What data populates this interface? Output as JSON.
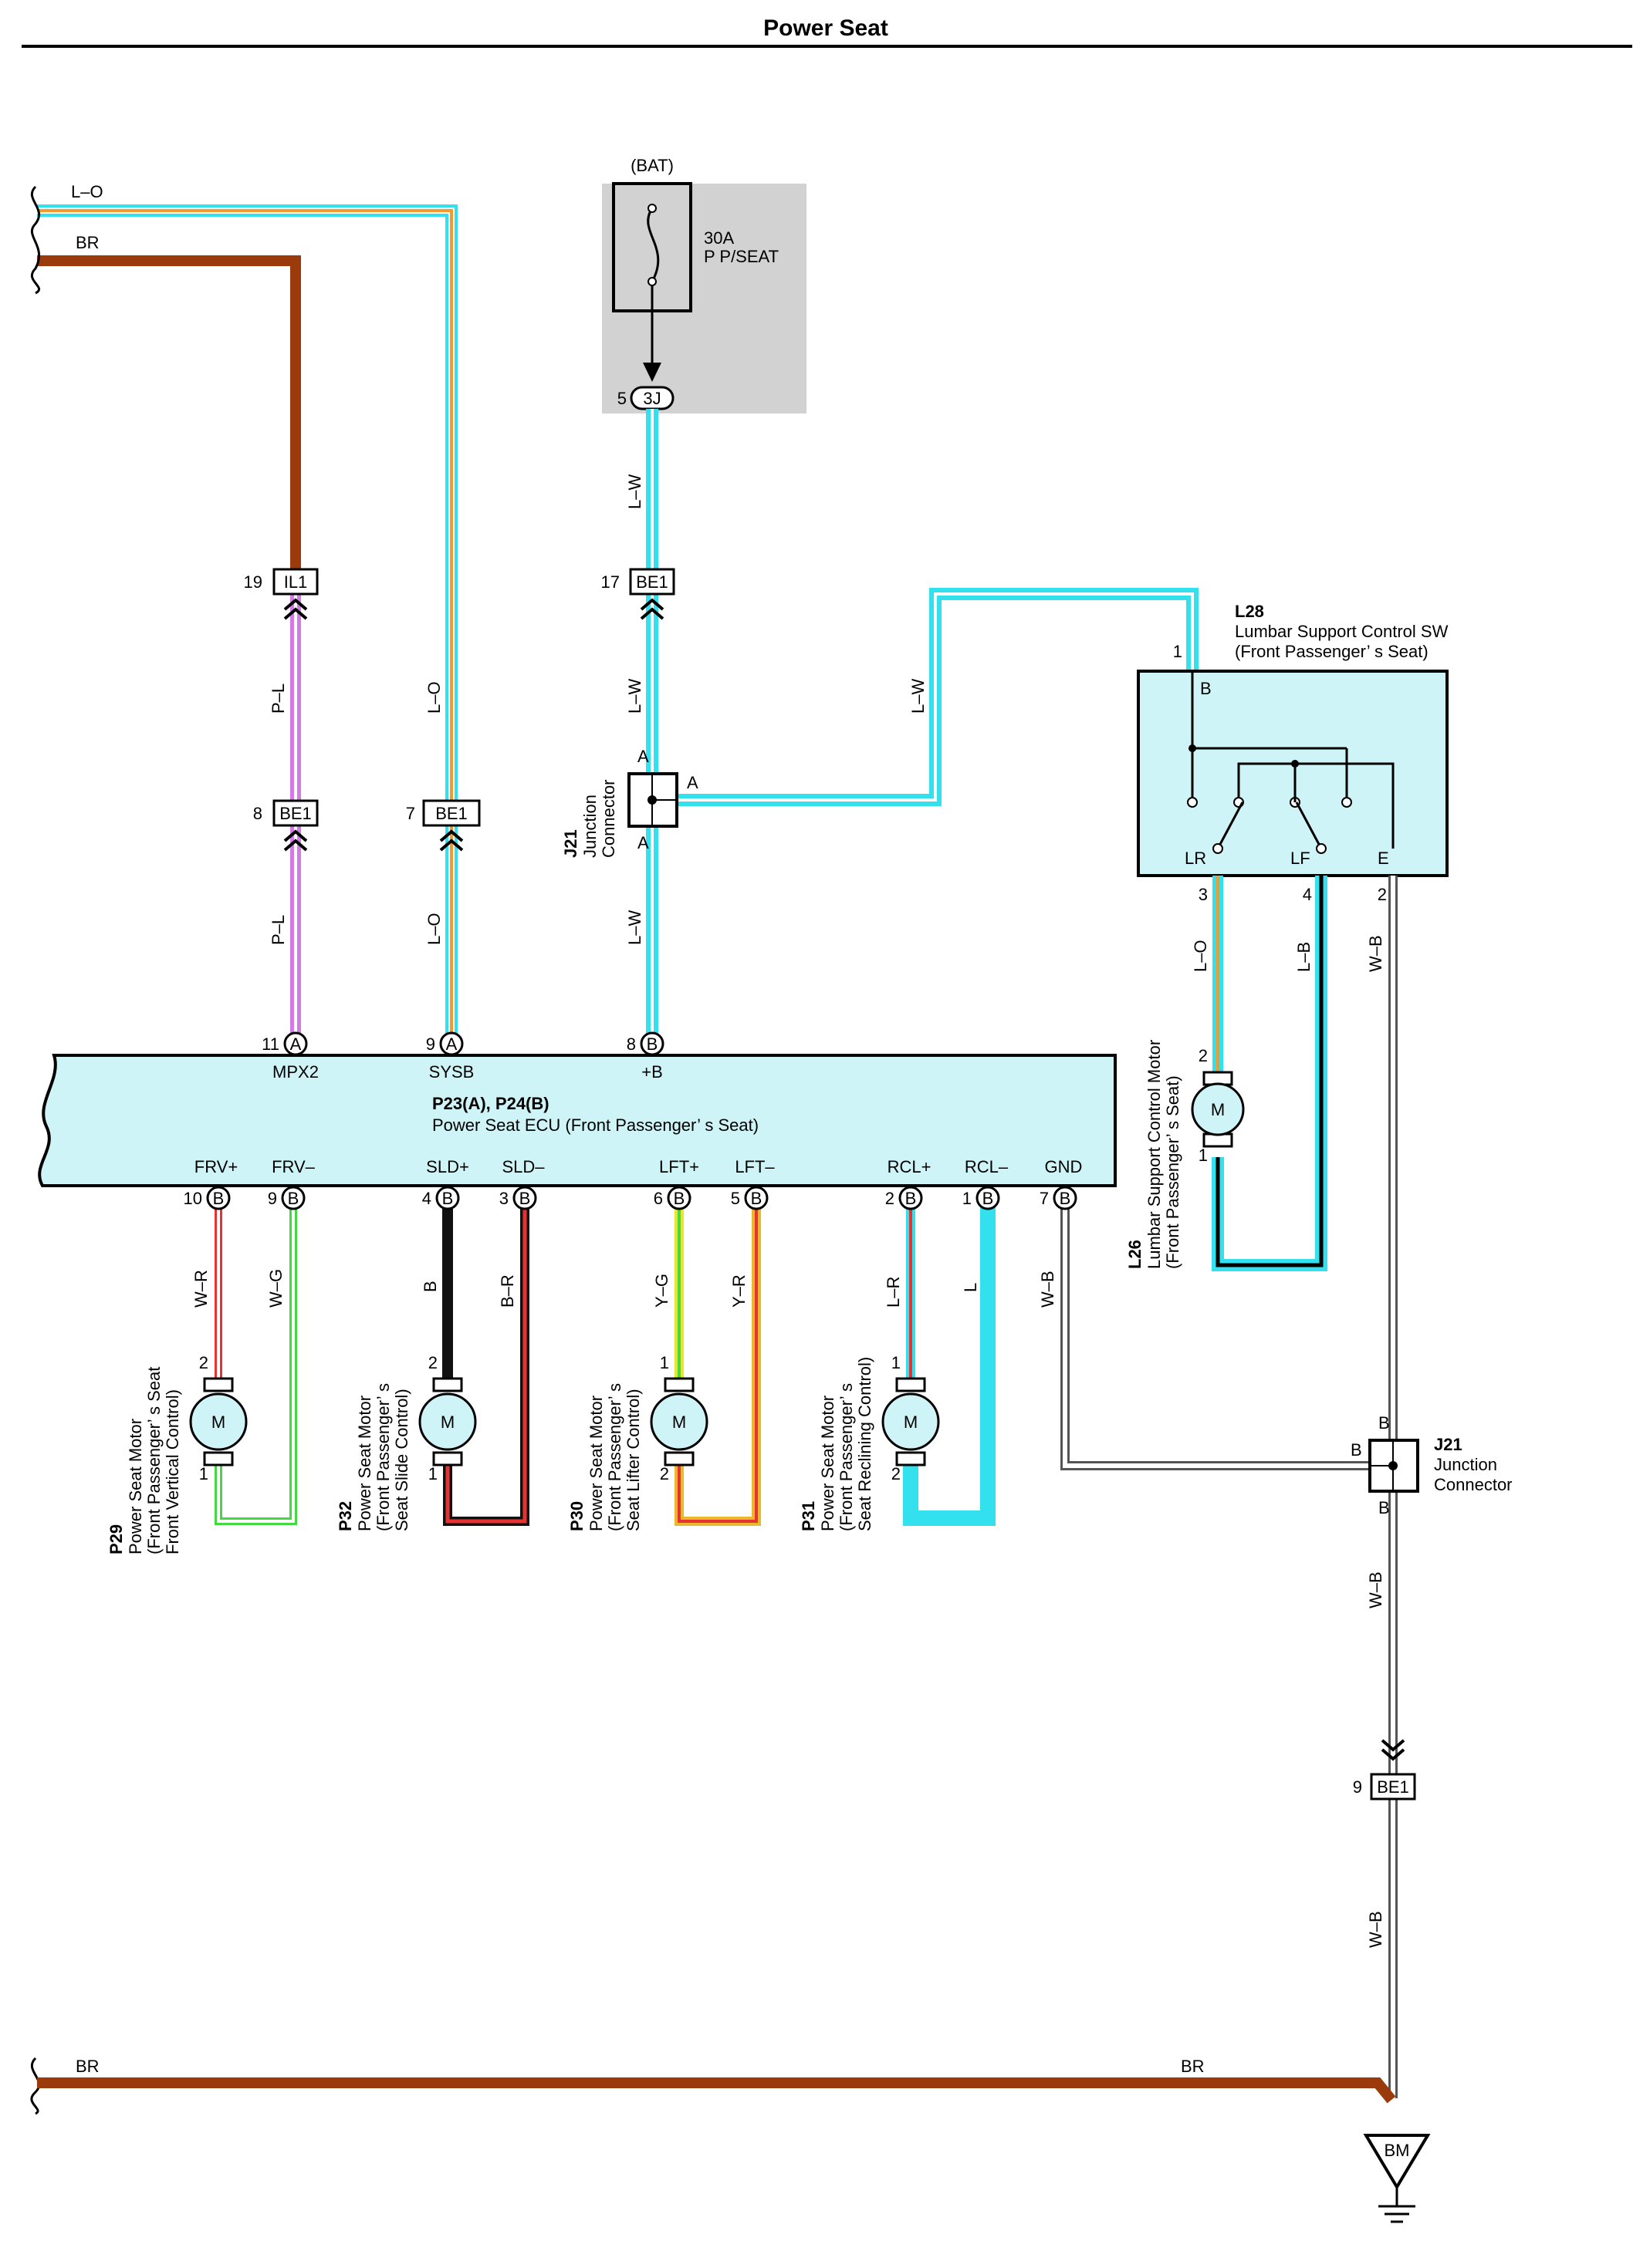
{
  "title": "Power Seat",
  "colors": {
    "LO_outer": "#33e0ee",
    "LO_inner": "#f39a2c",
    "BR": "#9b3a0a",
    "LW": "#33e0ee",
    "PL": "#d27ae6",
    "WR": "#e83232",
    "WG": "#44d844",
    "B": "#111111",
    "BR_wire": "#111111",
    "YG": "#e7e72c",
    "YR": "#e8b92c",
    "L": "#33e0ee",
    "WB": "#555555",
    "ecu_fill": "#cff4f7",
    "bat_fill": "#d2d2d2"
  },
  "bat": {
    "label": "(BAT)",
    "fuse_amp": "30A",
    "fuse_name": "P P/SEAT",
    "conn_pin": "5",
    "conn_id": "3J"
  },
  "wires": {
    "lo_top": "L–O",
    "br_top": "BR",
    "lw1": "L–W",
    "lw2": "L–W",
    "lw3": "L–W",
    "lw4": "L–W",
    "pl1": "P–L",
    "pl2": "P–L",
    "lo1": "L–O",
    "lo2": "L–O",
    "wr": "W–R",
    "wg": "W–G",
    "b": "B",
    "br": "B–R",
    "yg": "Y–G",
    "yr": "Y–R",
    "lr": "L–R",
    "l": "L",
    "wb_gnd": "W–B",
    "lumbar_lo": "L–O",
    "lumbar_lb": "L–B",
    "wb_e": "W–B",
    "wb_j21": "W–B",
    "wb_be1": "W–B",
    "br_bottom_left": "BR",
    "br_bottom_right": "BR"
  },
  "conn": {
    "il1": {
      "pin": "19",
      "id": "IL1"
    },
    "be1_17": {
      "pin": "17",
      "id": "BE1"
    },
    "be1_8": {
      "pin": "8",
      "id": "BE1"
    },
    "be1_7": {
      "pin": "7",
      "id": "BE1"
    },
    "be1_9": {
      "pin": "9",
      "id": "BE1"
    }
  },
  "j21_top": {
    "code": "J21",
    "name1": "Junction",
    "name2": "Connector",
    "pin_a_top": "A",
    "pin_a_right": "A",
    "pin_a_bottom": "A"
  },
  "j21_bottom": {
    "code": "J21",
    "name1": "Junction",
    "name2": "Connector",
    "pin_b_top": "B",
    "pin_b_left": "B",
    "pin_b_bottom": "B"
  },
  "l28": {
    "code": "L28",
    "name1": "Lumbar Support Control SW",
    "name2": "(Front Passenger’ s Seat)",
    "pin1": "1",
    "term_b": "B",
    "term_lr": "LR",
    "term_lf": "LF",
    "term_e": "E",
    "pin3": "3",
    "pin4": "4",
    "pin2": "2"
  },
  "l26": {
    "code": "L26",
    "name1": "Lumbar Support Control Motor",
    "name2": "(Front Passenger’ s Seat)",
    "pin2": "2",
    "pin1": "1",
    "m": "M"
  },
  "ecu": {
    "code": "P23(A), P24(B)",
    "name": "Power Seat ECU (Front Passenger’ s Seat)",
    "top_pins": [
      {
        "pin": "11",
        "conn": "A",
        "name": "MPX2"
      },
      {
        "pin": "9",
        "conn": "A",
        "name": "SYSB"
      },
      {
        "pin": "8",
        "conn": "B",
        "name": "+B"
      }
    ],
    "bottom_pins": [
      {
        "pin": "10",
        "conn": "B",
        "name": "FRV+"
      },
      {
        "pin": "9",
        "conn": "B",
        "name": "FRV–"
      },
      {
        "pin": "4",
        "conn": "B",
        "name": "SLD+"
      },
      {
        "pin": "3",
        "conn": "B",
        "name": "SLD–"
      },
      {
        "pin": "6",
        "conn": "B",
        "name": "LFT+"
      },
      {
        "pin": "5",
        "conn": "B",
        "name": "LFT–"
      },
      {
        "pin": "2",
        "conn": "B",
        "name": "RCL+"
      },
      {
        "pin": "1",
        "conn": "B",
        "name": "RCL–"
      },
      {
        "pin": "7",
        "conn": "B",
        "name": "GND"
      }
    ]
  },
  "motors": [
    {
      "code": "P29",
      "l1": "Power Seat Motor",
      "l2": "(Front Passenger’ s Seat",
      "l3": "Front Vertical Control)",
      "top_pin": "2",
      "bot_pin": "1",
      "m": "M"
    },
    {
      "code": "P32",
      "l1": "Power Seat Motor",
      "l2": "(Front Passenger’ s",
      "l3": "Seat Slide Control)",
      "top_pin": "2",
      "bot_pin": "1",
      "m": "M"
    },
    {
      "code": "P30",
      "l1": "Power Seat Motor",
      "l2": "(Front Passenger’ s",
      "l3": "Seat Lifter Control)",
      "top_pin": "1",
      "bot_pin": "2",
      "m": "M"
    },
    {
      "code": "P31",
      "l1": "Power Seat Motor",
      "l2": "(Front Passenger’ s",
      "l3": "Seat Reclining Control)",
      "top_pin": "1",
      "bot_pin": "2",
      "m": "M"
    }
  ],
  "ground": {
    "id": "BM"
  }
}
